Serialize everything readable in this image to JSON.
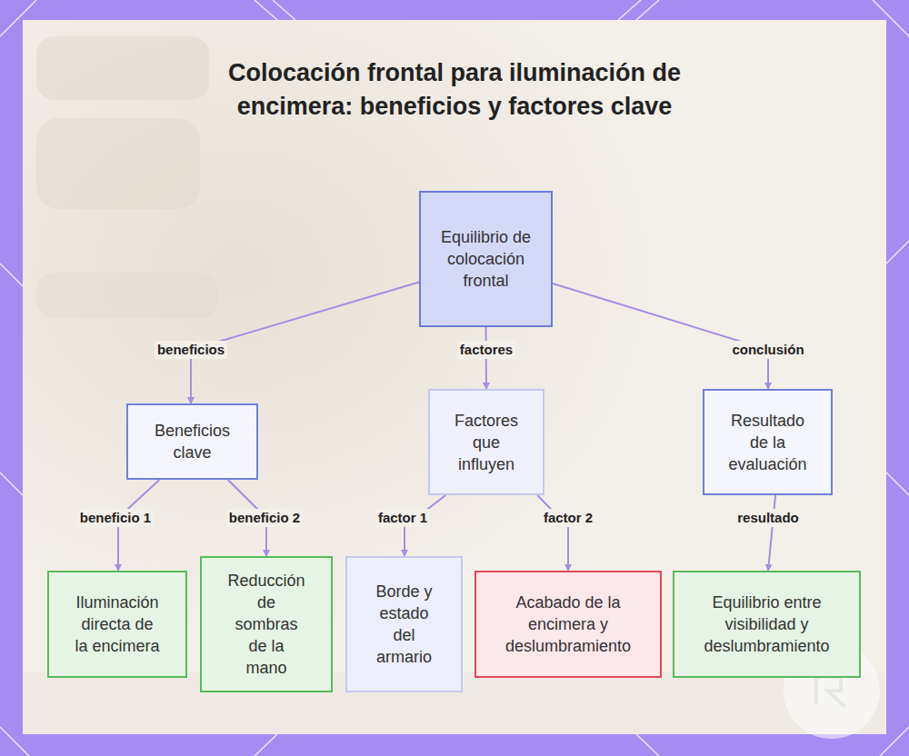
{
  "diagram": {
    "title": "Colocación frontal para iluminación de encimera: beneficios y factores clave",
    "nodes": [
      {
        "text": [
          "Equilibrio de colocación frontal"
        ]
      },
      {
        "text": [
          "Beneficios clave"
        ]
      },
      {
        "text": [
          "Factores que influyen"
        ]
      },
      {
        "text": [
          "Resultado de la evaluación"
        ]
      },
      {
        "text": [
          "Iluminación directa de la encimera"
        ]
      },
      {
        "text": [
          "Reducción de sombras de la mano"
        ]
      },
      {
        "text": [
          "Borde y estado del armario"
        ]
      },
      {
        "text": [
          "Acabado de la encimera y deslumbramiento"
        ]
      },
      {
        "text": [
          "Equilibrio entre visibilidad y deslumbramiento"
        ]
      }
    ],
    "edges": [
      {
        "from": 0,
        "to": 1,
        "label": "beneficios",
        "arrow": "to"
      },
      {
        "from": 0,
        "to": 2,
        "label": "factores",
        "arrow": "to"
      },
      {
        "from": 0,
        "to": 3,
        "label": "conclusión",
        "arrow": "to"
      },
      {
        "from": 1,
        "to": 4,
        "label": "beneficio 1",
        "arrow": "to"
      },
      {
        "from": 1,
        "to": 5,
        "label": "beneficio 2",
        "arrow": "to"
      },
      {
        "from": 2,
        "to": 6,
        "label": "factor 1",
        "arrow": "to"
      },
      {
        "from": 2,
        "to": 7,
        "label": "factor 2",
        "arrow": "to"
      },
      {
        "from": 3,
        "to": 8,
        "label": "resultado",
        "arrow": "to"
      }
    ]
  }
}
